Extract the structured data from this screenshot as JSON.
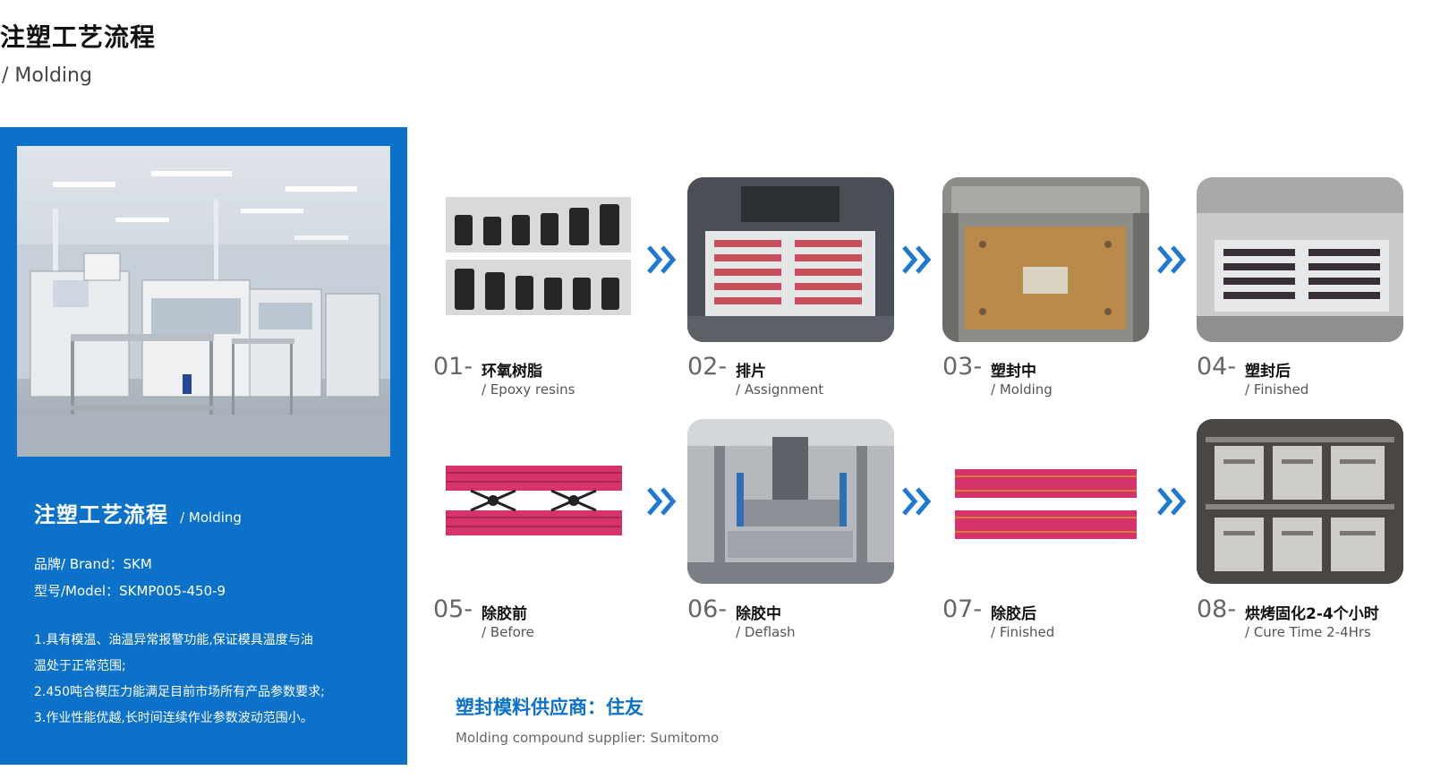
{
  "header": {
    "title": "注塑工艺流程",
    "subtitle": "/ Molding"
  },
  "panel": {
    "title": "注塑工艺流程",
    "title_en": "/ Molding",
    "brand": "品牌/ Brand：SKM",
    "model": "型号/Model：SKMP005-450-9",
    "features": [
      "1.具有模温、油温异常报警功能,保证模具温度与油",
      "温处于正常范围;",
      "2.450吨合模压力能满足目前市场所有产品参数要求;",
      "3.作业性能优越,长时间连续作业参数波动范围小。"
    ]
  },
  "steps": [
    {
      "num": "01-",
      "cn": "环氧树脂",
      "en": "/ Epoxy resins"
    },
    {
      "num": "02-",
      "cn": "排片",
      "en": "/ Assignment"
    },
    {
      "num": "03-",
      "cn": "塑封中",
      "en": "/ Molding"
    },
    {
      "num": "04-",
      "cn": "塑封后",
      "en": "/ Finished"
    },
    {
      "num": "05-",
      "cn": "除胶前",
      "en": "/ Before"
    },
    {
      "num": "06-",
      "cn": "除胶中",
      "en": "/ Deflash"
    },
    {
      "num": "07-",
      "cn": "除胶后",
      "en": "/ Finished"
    },
    {
      "num": "08-",
      "cn": "烘烤固化2-4个小时",
      "en": "/ Cure Time 2-4Hrs"
    }
  ],
  "supplier": {
    "title": "塑封模料供应商：住友",
    "subtitle": "Molding compound supplier: Sumitomo"
  },
  "colors": {
    "brand_blue": "#0b71c9",
    "arrow_blue": "#1f78d1",
    "product_pink": "#d6336c"
  }
}
